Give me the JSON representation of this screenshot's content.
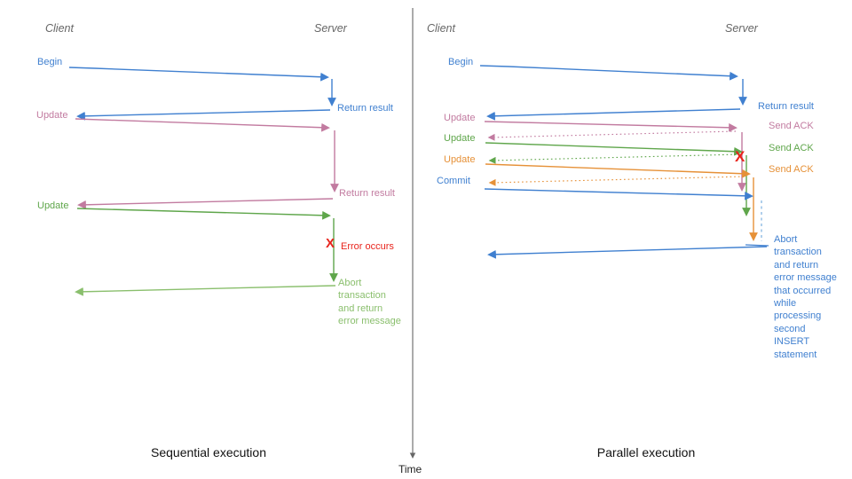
{
  "colors": {
    "blue": "#4080d0",
    "pink": "#c27ba0",
    "green": "#5fa64b",
    "light_green": "#8abf6d",
    "orange": "#e69138",
    "red": "#e8241c",
    "light_blue": "#6fa8dc",
    "gray": "#666666"
  },
  "left_panel": {
    "caption": "Sequential execution",
    "client_header": "Client",
    "server_header": "Server",
    "labels": {
      "begin": "Begin",
      "return_result_1": "Return result",
      "update_1": "Update",
      "return_result_2": "Return result",
      "update_2": "Update",
      "error_mark": "X",
      "error": "Error occurs",
      "abort": "Abort\ntransaction\nand return\nerror message"
    }
  },
  "right_panel": {
    "caption": "Parallel execution",
    "client_header": "Client",
    "server_header": "Server",
    "labels": {
      "begin": "Begin",
      "return_result": "Return result",
      "update_1": "Update",
      "send_ack_1": "Send ACK",
      "update_2": "Update",
      "send_ack_2": "Send ACK",
      "update_3": "Update",
      "send_ack_3": "Send ACK",
      "commit": "Commit",
      "error_mark": "X",
      "abort": "Abort\ntransaction\nand return\nerror message\nthat occurred\nwhile\nprocessing\nsecond\nINSERT\nstatement"
    }
  },
  "time_axis": {
    "label": "Time"
  }
}
